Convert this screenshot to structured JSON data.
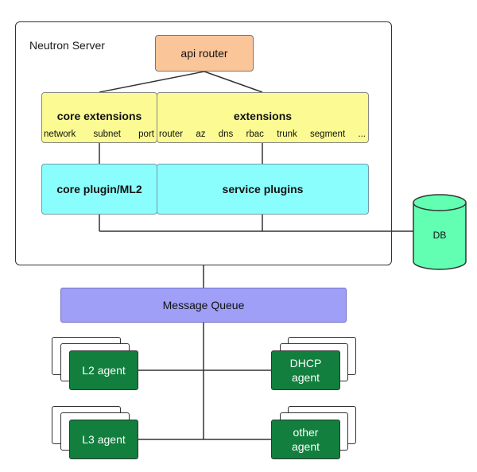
{
  "server": {
    "title": "Neutron Server",
    "api_router": "api router",
    "core_extensions": {
      "title": "core extensions",
      "items": [
        "network",
        "subnet",
        "port"
      ]
    },
    "extensions": {
      "title": "extensions",
      "items": [
        "router",
        "az",
        "dns",
        "rbac",
        "trunk",
        "segment",
        "..."
      ]
    },
    "core_plugin": "core plugin/ML2",
    "service_plugins": "service plugins"
  },
  "db": {
    "label": "DB"
  },
  "message_queue": {
    "label": "Message Queue"
  },
  "agents": {
    "l2": "L2 agent",
    "dhcp": "DHCP\nagent",
    "l3": "L3 agent",
    "other": "other\nagent"
  },
  "colors": {
    "api_router": "#fbc59a",
    "extensions": "#fcfa93",
    "plugins": "#8afdfd",
    "message_queue": "#9f9ff8",
    "agent": "#127f3e",
    "db": "#62ffb3"
  }
}
